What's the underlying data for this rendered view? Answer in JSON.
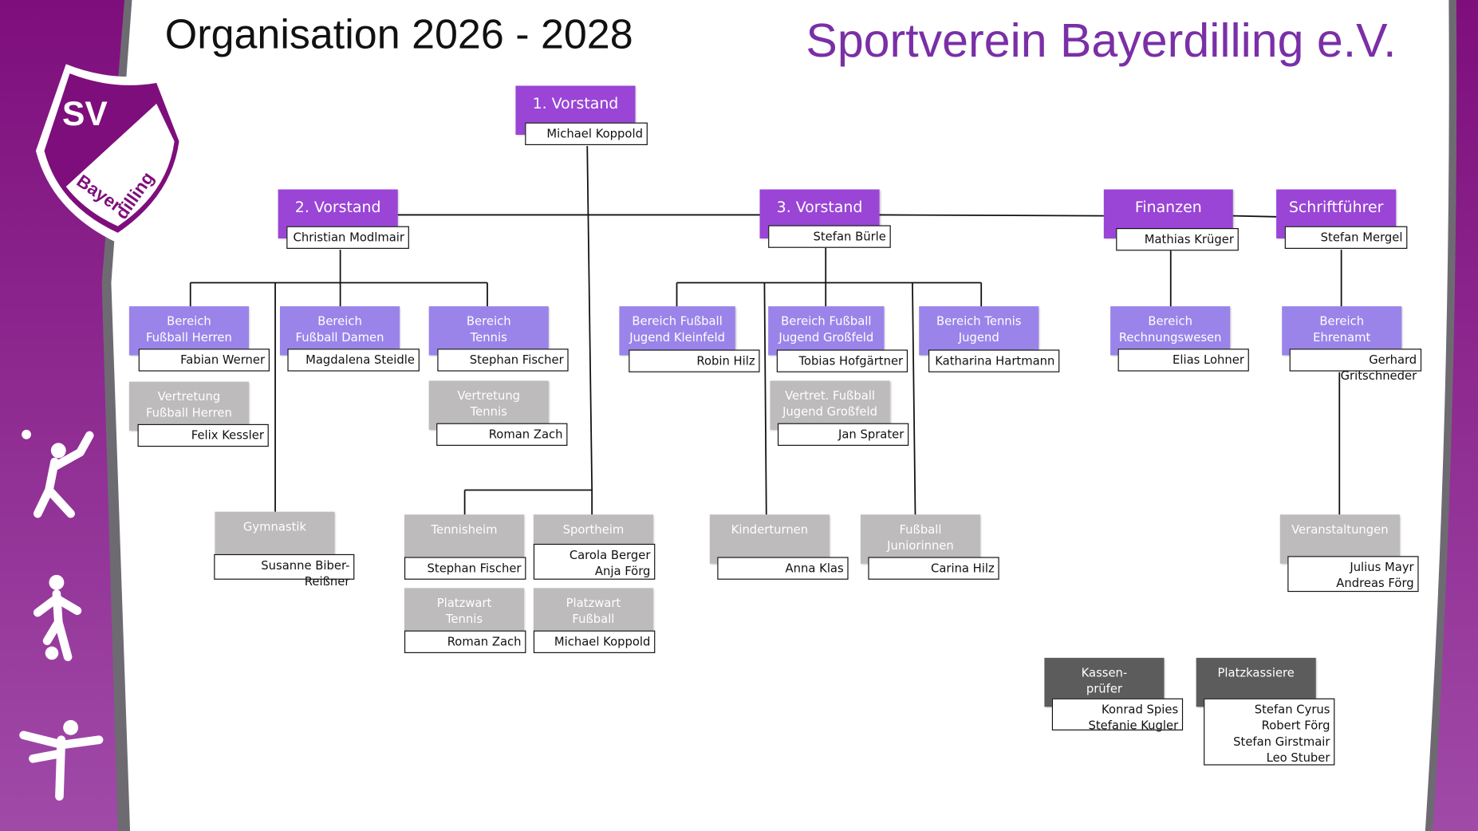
{
  "header": {
    "title": "Organisation 2026 - 2028",
    "club": "Sportverein Bayerdilling e.V.",
    "logo_text": "SV Bayerdilling"
  },
  "colors": {
    "primary": "#9a45d6",
    "area": "#9a84ea",
    "deputy": "#bdbbbb",
    "dark": "#5c5c5c",
    "brand": "#7a2fa6"
  },
  "nodes": {
    "v1": {
      "title": "1. Vorstand",
      "names": "Michael Koppold"
    },
    "v2": {
      "title": "2. Vorstand",
      "names": "Christian Modlmair"
    },
    "v3": {
      "title": "3. Vorstand",
      "names": "Stefan Bürle"
    },
    "fin": {
      "title": "Finanzen",
      "names": "Mathias Krüger"
    },
    "schr": {
      "title": "Schriftführer",
      "names": "Stefan Mergel"
    },
    "bfh": {
      "title": "Bereich\nFußball Herren",
      "names": "Fabian Werner"
    },
    "bfd": {
      "title": "Bereich\nFußball Damen",
      "names": "Magdalena Steidle"
    },
    "bt": {
      "title": "Bereich\nTennis",
      "names": "Stephan Fischer"
    },
    "bjk": {
      "title": "Bereich Fußball\nJugend Kleinfeld",
      "names": "Robin Hilz"
    },
    "bjg": {
      "title": "Bereich Fußball\nJugend Großfeld",
      "names": "Tobias Hofgärtner"
    },
    "btj": {
      "title": "Bereich Tennis\nJugend",
      "names": "Katharina Hartmann"
    },
    "brw": {
      "title": "Bereich\nRechnungswesen",
      "names": "Elias Lohner"
    },
    "beh": {
      "title": "Bereich\nEhrenamt",
      "names": "Gerhard Gritschneder"
    },
    "vfh": {
      "title": "Vertretung\nFußball Herren",
      "names": "Felix Kessler"
    },
    "vt": {
      "title": "Vertretung\nTennis",
      "names": "Roman Zach"
    },
    "vjg": {
      "title": "Vertret. Fußball\nJugend Großfeld",
      "names": "Jan Sprater"
    },
    "gym": {
      "title": "Gymnastik",
      "names": "Susanne Biber-Reißner"
    },
    "th": {
      "title": "Tennisheim",
      "names": "Stephan Fischer"
    },
    "sh": {
      "title": "Sportheim",
      "names": "Carola Berger\nAnja Förg"
    },
    "pwt": {
      "title": "Platzwart\nTennis",
      "names": "Roman Zach"
    },
    "pwf": {
      "title": "Platzwart\nFußball",
      "names": "Michael Koppold"
    },
    "kt": {
      "title": "Kinderturnen",
      "names": "Anna Klas"
    },
    "fj": {
      "title": "Fußball\nJuniorinnen",
      "names": "Carina Hilz"
    },
    "va": {
      "title": "Veranstaltungen",
      "names": "Julius Mayr\nAndreas Förg"
    },
    "kp": {
      "title": "Kassen-\nprüfer",
      "names": "Konrad Spies\nStefanie Kugler"
    },
    "pk": {
      "title": "Platzkassiere",
      "names": "Stefan Cyrus\nRobert Förg\nStefan Girstmair\nLeo Stuber"
    }
  }
}
